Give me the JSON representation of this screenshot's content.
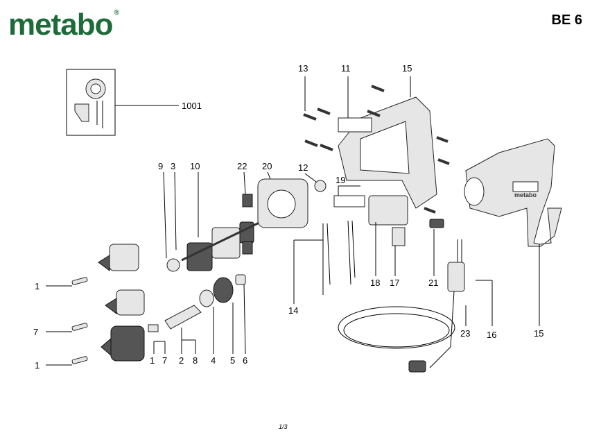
{
  "header": {
    "brand": "metabo",
    "registered_mark": "®",
    "model": "BE 6"
  },
  "footer": {
    "page": "1/3"
  },
  "callouts": {
    "n1001": "1001",
    "n9": "9",
    "n3": "3",
    "n10": "10",
    "n22": "22",
    "n20": "20",
    "n12": "12",
    "n13": "13",
    "n11": "11",
    "n15a": "15",
    "n19": "19",
    "n1a": "1",
    "n7a": "7",
    "n1b": "1",
    "n1c": "1",
    "n7b": "7",
    "n2": "2",
    "n8": "8",
    "n4": "4",
    "n5": "5",
    "n6": "6",
    "n14": "14",
    "n18": "18",
    "n17": "17",
    "n21": "21",
    "n23": "23",
    "n16": "16",
    "n15b": "15"
  },
  "product_badge": "metabo"
}
